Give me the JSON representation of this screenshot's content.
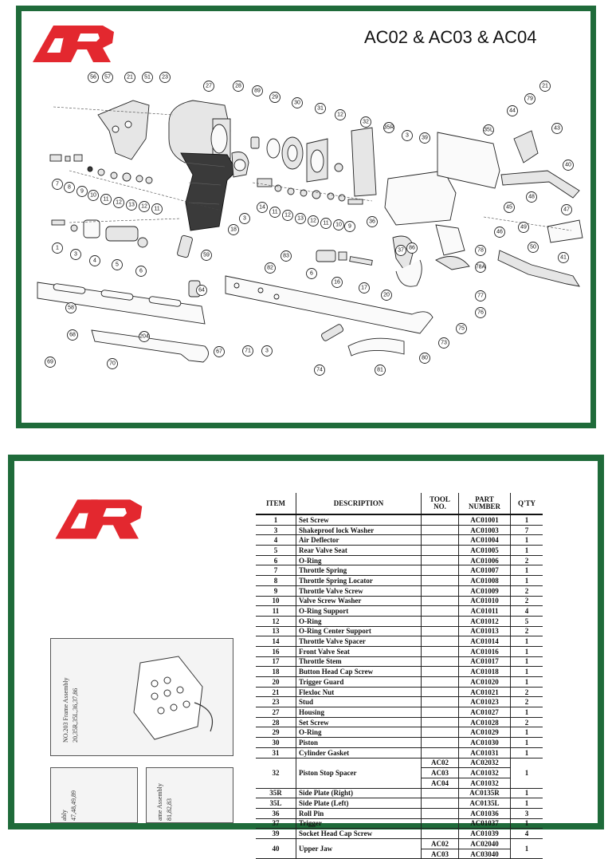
{
  "page1": {
    "brand": "AR",
    "title": "AC02 & AC03 & AC04",
    "callouts": [
      "56",
      "57",
      "21",
      "51",
      "23",
      "27",
      "28",
      "89",
      "29",
      "30",
      "31",
      "12",
      "32",
      "35R",
      "3",
      "39",
      "35L",
      "44",
      "79",
      "21",
      "43",
      "40",
      "48",
      "45",
      "47",
      "46",
      "49",
      "50",
      "41",
      "7",
      "8",
      "9",
      "10",
      "11",
      "12",
      "13",
      "12",
      "11",
      "14",
      "11",
      "12",
      "13",
      "12",
      "11",
      "10",
      "9",
      "18",
      "3",
      "1",
      "3",
      "4",
      "5",
      "6",
      "59",
      "36",
      "86",
      "37",
      "78",
      "78A",
      "20",
      "83",
      "82",
      "6",
      "16",
      "17",
      "64",
      "58",
      "68",
      "204",
      "69",
      "70",
      "67",
      "71",
      "3",
      "77",
      "76",
      "75",
      "73",
      "74",
      "81",
      "80"
    ]
  },
  "page2": {
    "brand": "AR",
    "headers": {
      "item": "ITEM",
      "description": "DESCRIPTION",
      "tool": "TOOL NO.",
      "part": "PART NUMBER",
      "qty": "Q'TY"
    },
    "rows": [
      {
        "item": "1",
        "desc": "Set  Screw",
        "tool": "",
        "part": "AC01001",
        "qty": "1"
      },
      {
        "item": "3",
        "desc": "Shakeproof lock Washer",
        "tool": "",
        "part": "AC01003",
        "qty": "7"
      },
      {
        "item": "4",
        "desc": "Air Deflector",
        "tool": "",
        "part": "AC01004",
        "qty": "1"
      },
      {
        "item": "5",
        "desc": "Rear Valve Seat",
        "tool": "",
        "part": "AC01005",
        "qty": "1"
      },
      {
        "item": "6",
        "desc": "O-Ring",
        "tool": "",
        "part": "AC01006",
        "qty": "2"
      },
      {
        "item": "7",
        "desc": "Throttle Spring",
        "tool": "",
        "part": "AC01007",
        "qty": "1"
      },
      {
        "item": "8",
        "desc": "Throttle Spring Locator",
        "tool": "",
        "part": "AC01008",
        "qty": "1"
      },
      {
        "item": "9",
        "desc": "Throttle Valve Screw",
        "tool": "",
        "part": "AC01009",
        "qty": "2"
      },
      {
        "item": "10",
        "desc": "Valve Screw Washer",
        "tool": "",
        "part": "AC01010",
        "qty": "2"
      },
      {
        "item": "11",
        "desc": "O-Ring Support",
        "tool": "",
        "part": "AC01011",
        "qty": "4"
      },
      {
        "item": "12",
        "desc": "O-Ring",
        "tool": "",
        "part": "AC01012",
        "qty": "5"
      },
      {
        "item": "13",
        "desc": "O-Ring Center Support",
        "tool": "",
        "part": "AC01013",
        "qty": "2"
      },
      {
        "item": "14",
        "desc": "Throttle Valve Spacer",
        "tool": "",
        "part": "AC01014",
        "qty": "1"
      },
      {
        "item": "16",
        "desc": "Front Valve Seat",
        "tool": "",
        "part": "AC01016",
        "qty": "1"
      },
      {
        "item": "17",
        "desc": "Throttle Stem",
        "tool": "",
        "part": "AC01017",
        "qty": "1"
      },
      {
        "item": "18",
        "desc": "Button Head Cap Screw",
        "tool": "",
        "part": "AC01018",
        "qty": "1"
      },
      {
        "item": "20",
        "desc": "Trigger Guard",
        "tool": "",
        "part": "AC01020",
        "qty": "1"
      },
      {
        "item": "21",
        "desc": "Flexloc Nut",
        "tool": "",
        "part": "AC01021",
        "qty": "2"
      },
      {
        "item": "23",
        "desc": "Stud",
        "tool": "",
        "part": "AC01023",
        "qty": "2"
      },
      {
        "item": "27",
        "desc": "Housing",
        "tool": "",
        "part": "AC01027",
        "qty": "1"
      },
      {
        "item": "28",
        "desc": "Set Screw",
        "tool": "",
        "part": "AC01028",
        "qty": "2"
      },
      {
        "item": "29",
        "desc": "O-Ring",
        "tool": "",
        "part": "AC01029",
        "qty": "1"
      },
      {
        "item": "30",
        "desc": "Piston",
        "tool": "",
        "part": "AC01030",
        "qty": "1"
      },
      {
        "item": "31",
        "desc": "Cylinder Gasket",
        "tool": "",
        "part": "AC01031",
        "qty": "1"
      }
    ],
    "row32": {
      "item": "32",
      "desc": "Piston Stop Spacer",
      "qty": "1",
      "sub": [
        {
          "tool": "AC02",
          "part": "AC02032"
        },
        {
          "tool": "AC03",
          "part": "AC01032"
        },
        {
          "tool": "AC04",
          "part": "AC01032"
        }
      ]
    },
    "rows_b": [
      {
        "item": "35R",
        "desc": " Side Plate (Right)",
        "tool": "",
        "part": "AC0135R",
        "qty": "1"
      },
      {
        "item": "35L",
        "desc": "Side Plate (Left)",
        "tool": "",
        "part": "AC0135L",
        "qty": "1"
      },
      {
        "item": "36",
        "desc": "Roll Pin",
        "tool": "",
        "part": "AC01036",
        "qty": "3"
      },
      {
        "item": "37",
        "desc": "Trigger",
        "tool": "",
        "part": "AC01037",
        "qty": "1"
      },
      {
        "item": "39",
        "desc": "Socket Head Cap Screw",
        "tool": "",
        "part": "AC01039",
        "qty": "4"
      }
    ],
    "row40": {
      "item": "40",
      "desc": "Upper Jaw",
      "qty": "1",
      "sub": [
        {
          "tool": "AC02",
          "part": "AC02040"
        },
        {
          "tool": "AC03",
          "part": "AC03040"
        }
      ]
    },
    "thumbs": [
      {
        "label_title": "NO.203  Frame Assembly",
        "label_items": "20,35R,35L,36,37,86"
      },
      {
        "label_title": "ably",
        "label_items": "47,48,49,89"
      },
      {
        "label_title": "ame Assembly",
        "label_items": "81,82,83"
      }
    ]
  }
}
